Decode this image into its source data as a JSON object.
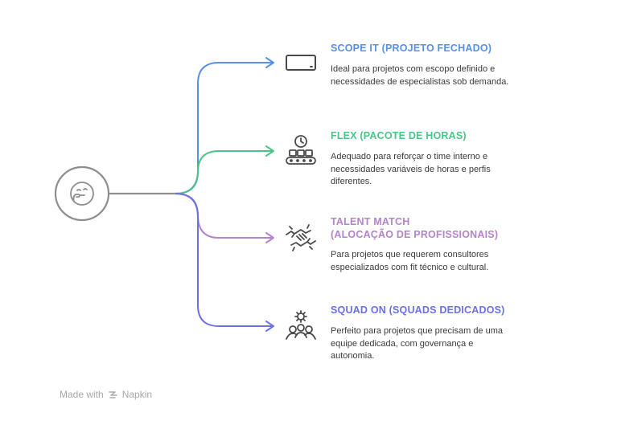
{
  "items": [
    {
      "title": "SCOPE IT (PROJETO FECHADO)",
      "description": "Ideal para projetos com escopo definido e necessidades de especialistas sob demanda.",
      "color": "#5b8ee6",
      "icon": "display-icon"
    },
    {
      "title": "FLEX (PACOTE DE HORAS)",
      "description": "Adequado para reforçar o time interno e necessidades variáveis de horas e perfis diferentes.",
      "color": "#4cc488",
      "icon": "conveyor-clock-icon"
    },
    {
      "title": "TALENT MATCH\n(ALOCAÇÃO DE PROFISSIONAIS)",
      "description": "Para projetos que requerem consultores especializados com fit técnico e cultural.",
      "color": "#b583c9",
      "icon": "handshake-icon"
    },
    {
      "title": "SQUAD ON (SQUADS DEDICADOS)",
      "description": "Perfeito para projetos que precisam de uma equipe dedicada, com governança e autonomia.",
      "color": "#6b70e8",
      "icon": "team-gear-icon"
    }
  ],
  "hub": {
    "icon": "thinking-face-icon",
    "color": "#8e8e8e"
  },
  "footer": {
    "made_with": "Made with",
    "brand": "Napkin"
  }
}
